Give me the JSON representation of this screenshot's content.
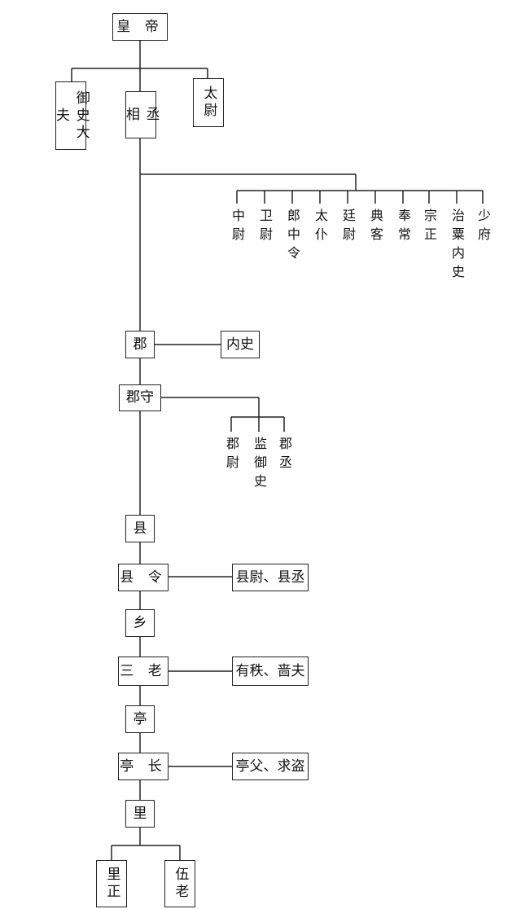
{
  "emperor": "皇 帝",
  "censor": "御史大夫",
  "chancellor": "丞 相",
  "grand_commandant": "太尉",
  "ministers": [
    {
      "name": "中尉"
    },
    {
      "name": "卫尉"
    },
    {
      "name": "郎中令"
    },
    {
      "name": "太仆"
    },
    {
      "name": "廷尉"
    },
    {
      "name": "典客"
    },
    {
      "name": "奉常"
    },
    {
      "name": "宗正"
    },
    {
      "name": "治粟内史"
    },
    {
      "name": "少府"
    }
  ],
  "commandery": "郡",
  "neishi": "内史",
  "governor": "郡守",
  "governor_staff": [
    {
      "name": "郡尉"
    },
    {
      "name": "监御史"
    },
    {
      "name": "郡丞"
    }
  ],
  "county": "县",
  "magistrate": "县 令",
  "magistrate_staff": "县尉、县丞",
  "township": "乡",
  "sanlao": "三 老",
  "sanlao_staff": "有秩、啬夫",
  "pavilion": "亭",
  "pavilion_chief": "亭 长",
  "pavilion_staff": "亭父、求盗",
  "village": "里",
  "village_head": "里正",
  "wulao": "伍老"
}
